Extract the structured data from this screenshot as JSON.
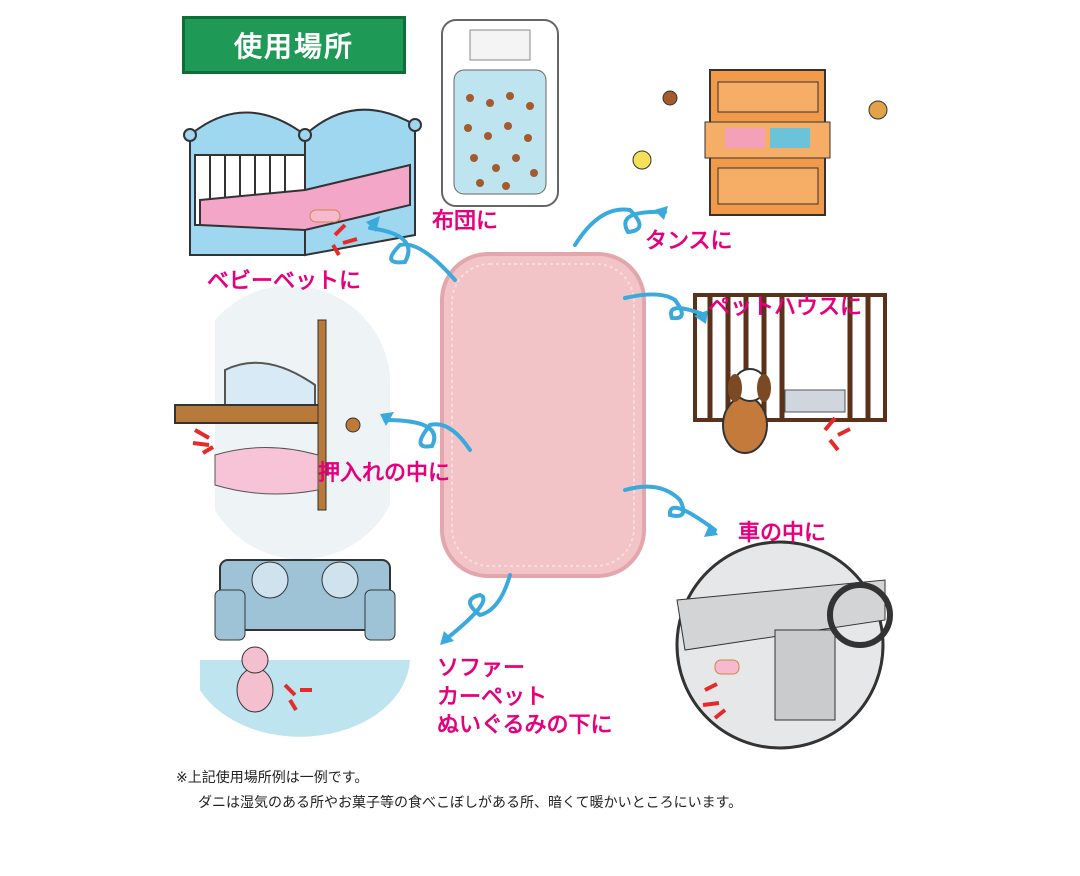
{
  "title": "使用場所",
  "locations": {
    "baby_bed": "ベビーベットに",
    "futon": "布団に",
    "tansu": "タンスに",
    "pet_house": "ペットハウスに",
    "closet": "押入れの中に",
    "car": "車の中に",
    "sofa_lines": [
      "ソファー",
      "カーペット",
      "ぬいぐるみの下に"
    ]
  },
  "notes": [
    "※上記使用場所例は一例です。",
    "ダニは湿気のある所やお菓子等の食べこぼしがある所、暗くて暖かいところにいます。"
  ],
  "colors": {
    "label": "#e6007e",
    "title_bg": "#1f9a56",
    "arrow": "#3aa9dc",
    "sheet": "#f2c4c8"
  }
}
